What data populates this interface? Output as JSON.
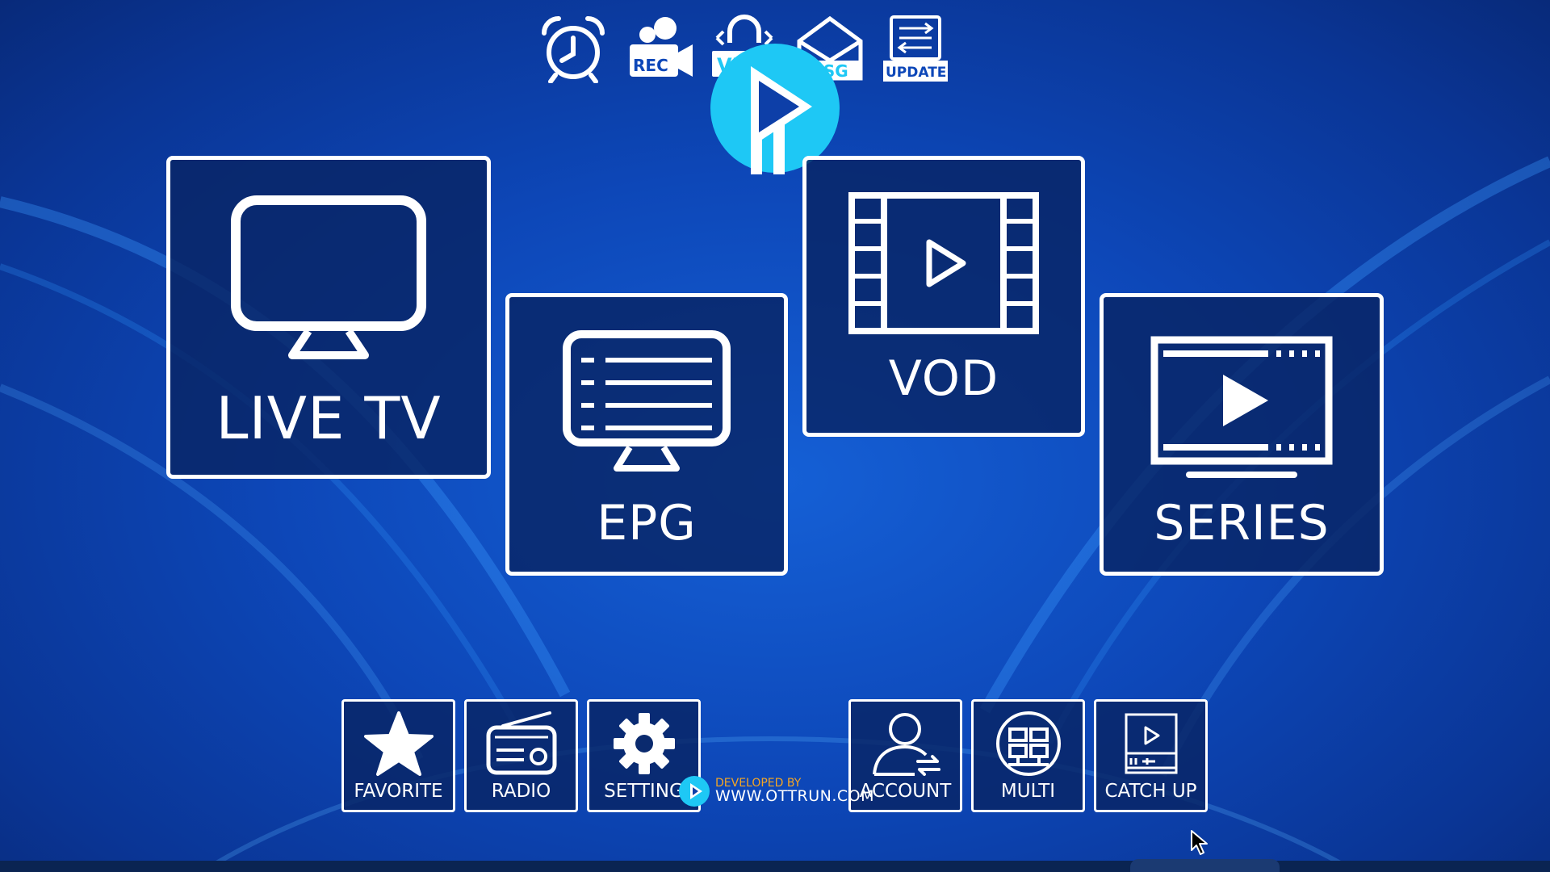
{
  "top_bar": {
    "icons": [
      {
        "name": "alarm-clock-icon",
        "label": ""
      },
      {
        "name": "record-icon",
        "label": "REC"
      },
      {
        "name": "vpn-icon",
        "label": "VPN"
      },
      {
        "name": "message-icon",
        "label": "MSG"
      },
      {
        "name": "update-icon",
        "label": "UPDATE"
      }
    ]
  },
  "main_tiles": {
    "live_tv": {
      "label": "LIVE TV",
      "icon": "tv-icon"
    },
    "epg": {
      "label": "EPG",
      "icon": "epg-monitor-icon"
    },
    "vod": {
      "label": "VOD",
      "icon": "film-strip-icon"
    },
    "series": {
      "label": "SERIES",
      "icon": "series-player-icon"
    }
  },
  "bottom_tiles": [
    {
      "label": "FAVORITE",
      "icon": "star-icon"
    },
    {
      "label": "RADIO",
      "icon": "radio-icon"
    },
    {
      "label": "SETTING",
      "icon": "gear-icon"
    },
    {
      "label": "ACCOUNT",
      "icon": "user-account-icon"
    },
    {
      "label": "MULTI",
      "icon": "multi-screen-icon"
    },
    {
      "label": "CATCH UP",
      "icon": "catch-up-icon"
    }
  ],
  "developer_credit": {
    "line1": "DEVELOPED BY",
    "line2": "WWW.OTTRUN.COM"
  },
  "colors": {
    "background": "#0d47b8",
    "tile_border": "#ffffff",
    "tile_fill": "#0a2a6e",
    "logo_cyan": "#1ec8f5",
    "credit_accent": "#f5a623"
  }
}
